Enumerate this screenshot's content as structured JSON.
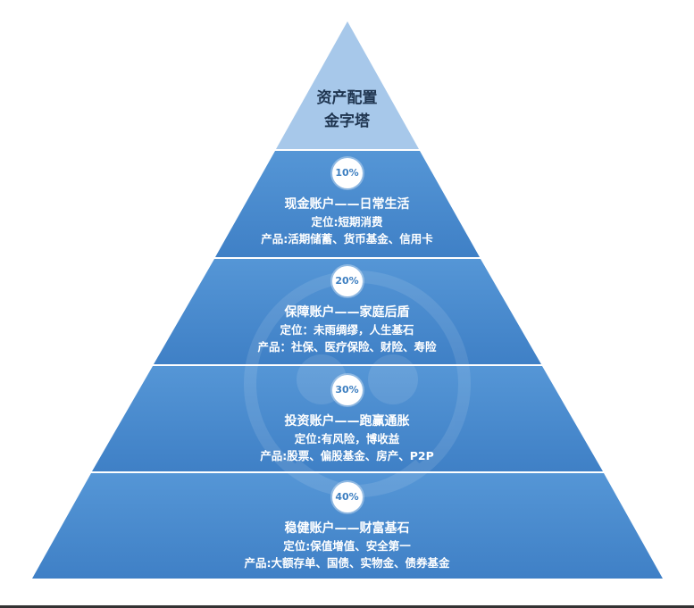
{
  "apex": {
    "line1": "资产配置",
    "line2": "金字塔"
  },
  "layers": [
    {
      "percent": "10%",
      "title": "现金账户——日常生活",
      "position": "定位:短期消费",
      "products": "产品:活期储蓄、货币基金、信用卡"
    },
    {
      "percent": "20%",
      "title": "保障账户——家庭后盾",
      "position": "定位：未雨绸缪，人生基石",
      "products": "产品：社保、医疗保险、财险、寿险"
    },
    {
      "percent": "30%",
      "title": "投资账户——跑赢通胀",
      "position": "定位:有风险，博收益",
      "products": "产品:股票、偏股基金、房产、P2P"
    },
    {
      "percent": "40%",
      "title": "稳健账户——财富基石",
      "position": "定位:保值增值、安全第一",
      "products": "产品:大额存单、国债、实物金、债券基金"
    }
  ],
  "colors": {
    "apex": "#a7c8ea",
    "layer": "#4d8fd3",
    "layer_dark": "#3f80c6",
    "divider": "#ffffff",
    "badge_text": "#3d7fc1",
    "apex_text": "#1f3550"
  }
}
